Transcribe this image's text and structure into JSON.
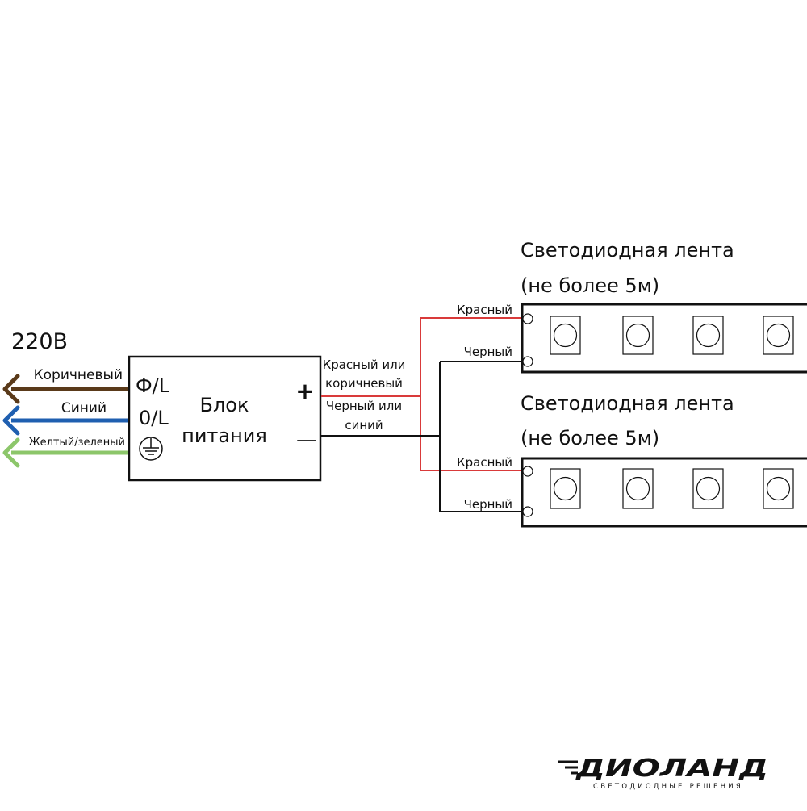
{
  "mains": {
    "voltage_label": "220В",
    "wires": [
      {
        "label": "Коричневый",
        "color": "#5a3a1a"
      },
      {
        "label": "Синий",
        "color": "#1f5fb0"
      },
      {
        "label": "Желтый/зеленый",
        "color": "#8cc66a"
      }
    ]
  },
  "power_supply": {
    "title_line1": "Блок",
    "title_line2": "питания",
    "phase_terminal": "Ф/L",
    "neutral_terminal": "0/L",
    "plus_sign": "+",
    "minus_sign": "—"
  },
  "output_wires": {
    "positive_line1": "Красный или",
    "positive_line2": "коричневый",
    "negative_line1": "Черный или",
    "negative_line2": "синий",
    "positive_color": "#d93a3a",
    "negative_color": "#111111"
  },
  "strips": [
    {
      "title_line1": "Светодиодная лента",
      "title_line2": "(не более 5м)",
      "red_wire_label": "Красный",
      "black_wire_label": "Черный"
    },
    {
      "title_line1": "Светодиодная лента",
      "title_line2": "(не более 5м)",
      "red_wire_label": "Красный",
      "black_wire_label": "Черный"
    }
  ],
  "logo": {
    "brand": "ДИОЛАНД",
    "tagline": "СВЕТОДИОДНЫЕ РЕШЕНИЯ"
  }
}
